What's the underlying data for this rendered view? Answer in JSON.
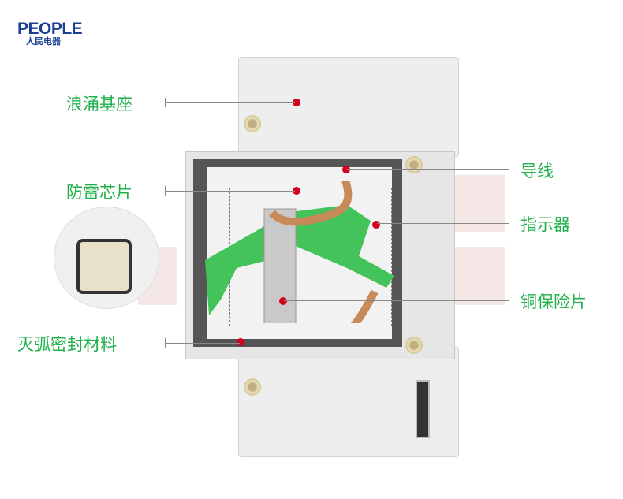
{
  "brand": {
    "name": "PEOPLE",
    "subtitle": "人民电器"
  },
  "labels_left": [
    "浪涌基座",
    "防雷芯片",
    "灭弧密封材料"
  ],
  "labels_right": [
    "导线",
    "指示器",
    "铜保险片"
  ],
  "colors": {
    "label": "#1fb14a",
    "marker": "#d6001c",
    "brand": "#1a3f93"
  }
}
